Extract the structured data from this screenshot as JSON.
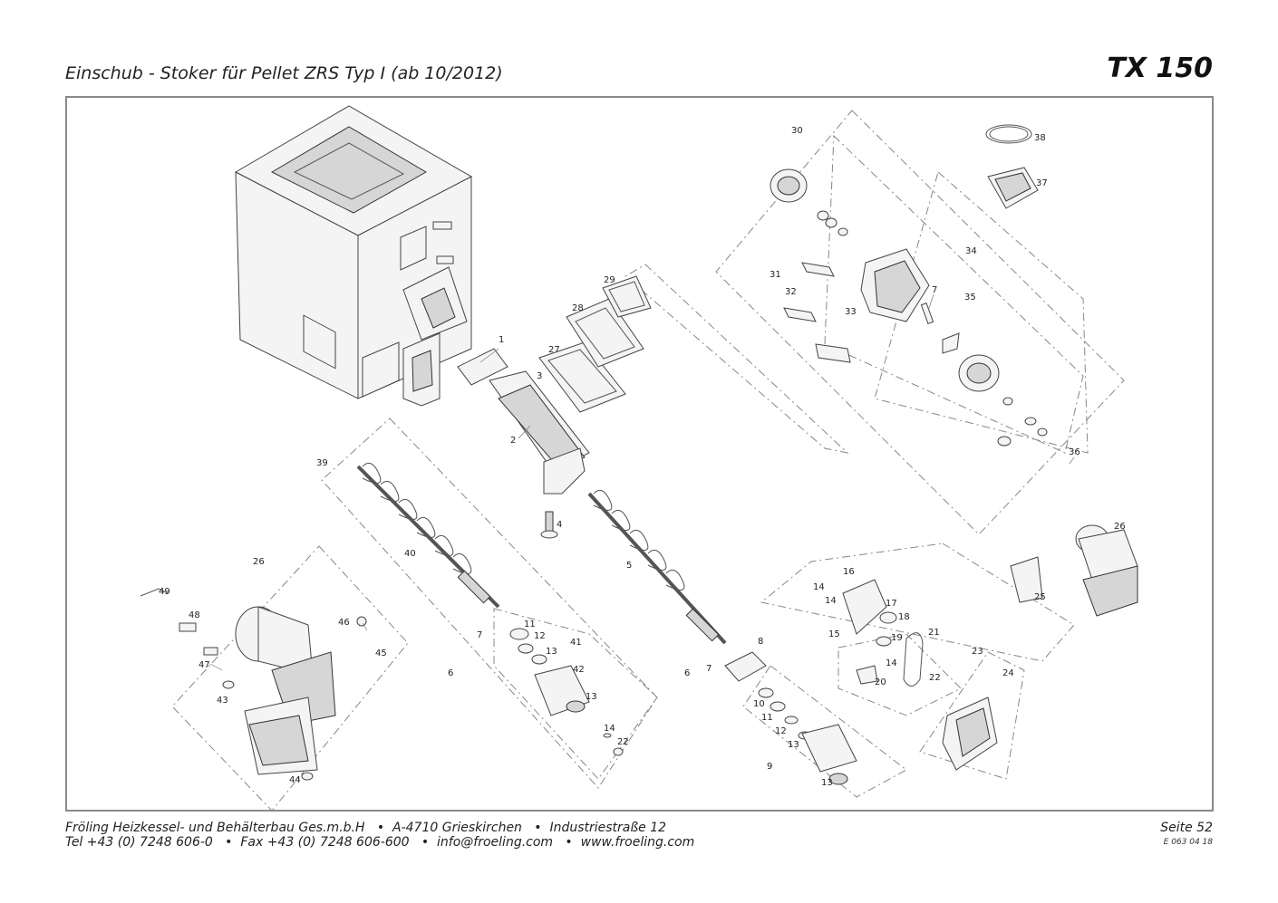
{
  "header": {
    "title": "Einschub - Stoker für Pellet ZRS Typ I (ab 10/2012)",
    "model": "TX 150"
  },
  "footer": {
    "line1": "Fröling Heizkessel- und Behälterbau Ges.m.b.H   •  A-4710 Grieskirchen   •  Industriestraße 12",
    "line2": "Tel +43 (0) 7248 606-0   •  Fax +43 (0) 7248 606-600   •  info@froeling.com   •  www.froeling.com",
    "page": "Seite 52",
    "doc_code": "E 063 04 18"
  },
  "callouts": [
    "1",
    "2",
    "3",
    "4",
    "5",
    "6",
    "6",
    "7",
    "7",
    "7",
    "8",
    "9",
    "10",
    "11",
    "11",
    "12",
    "12",
    "13",
    "13",
    "13",
    "13",
    "14",
    "14",
    "14",
    "14",
    "14",
    "15",
    "16",
    "17",
    "18",
    "19",
    "20",
    "21",
    "22",
    "22",
    "23",
    "24",
    "25",
    "26",
    "26",
    "27",
    "28",
    "29",
    "30",
    "31",
    "32",
    "33",
    "34",
    "35",
    "36",
    "37",
    "38",
    "39",
    "40",
    "41",
    "42",
    "43",
    "44",
    "45",
    "46",
    "47",
    "48",
    "49"
  ]
}
